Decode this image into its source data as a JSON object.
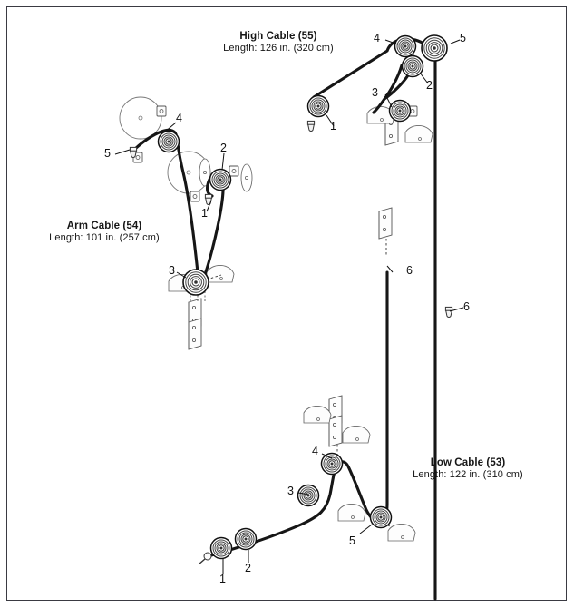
{
  "diagram": {
    "type": "exploded-parts-cable-routing",
    "background_color": "#ffffff",
    "border_color": "#3a3a42",
    "line_color": "#111111",
    "cable_color": "#1a1a1a",
    "assemblies": [
      {
        "id": "high-cable",
        "title": "High Cable (55)",
        "length": "Length: 126 in. (320 cm)",
        "callouts": [
          "1",
          "2",
          "3",
          "4",
          "5",
          "6"
        ]
      },
      {
        "id": "arm-cable",
        "title": "Arm Cable (54)",
        "length": "Length: 101 in. (257 cm)",
        "callouts": [
          "1",
          "2",
          "3",
          "4",
          "5"
        ]
      },
      {
        "id": "low-cable",
        "title": "Low Cable (53)",
        "length": "Length: 122 in. (310 cm)",
        "callouts": [
          "1",
          "2",
          "3",
          "4",
          "5",
          "6"
        ]
      }
    ]
  },
  "callouts": {
    "high": {
      "c1": "1",
      "c2": "2",
      "c3": "3",
      "c4": "4",
      "c5": "5",
      "c6": "6"
    },
    "arm": {
      "c1": "1",
      "c2": "2",
      "c3": "3",
      "c4": "4",
      "c5": "5"
    },
    "low": {
      "c1": "1",
      "c2": "2",
      "c3": "3",
      "c4": "4",
      "c5": "5",
      "c6": "6"
    }
  }
}
